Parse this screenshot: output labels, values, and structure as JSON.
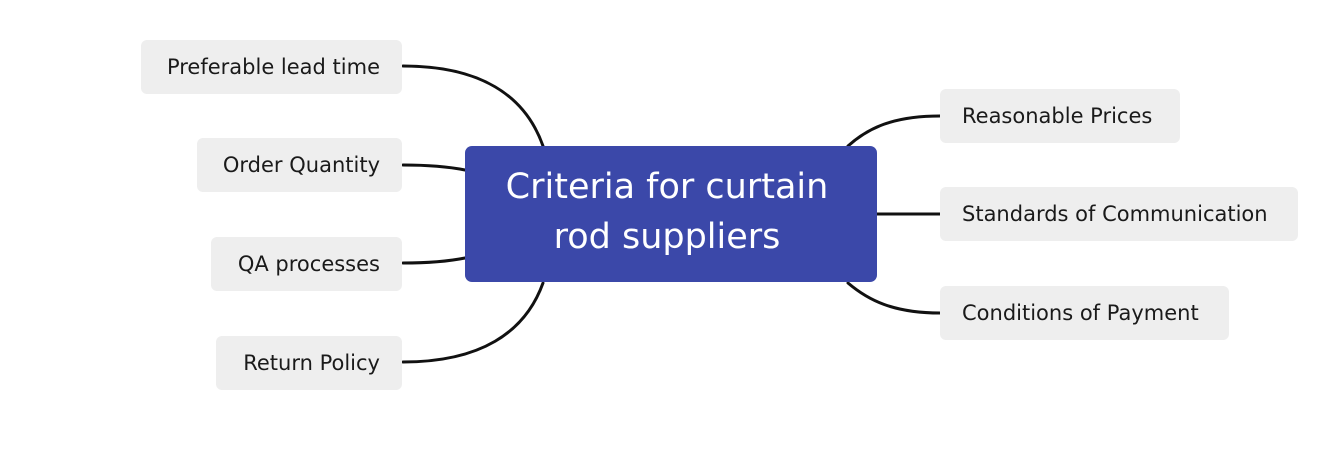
{
  "central_topic": "Criteria for curtain rod suppliers",
  "left_branches": [
    {
      "label": "Preferable lead time"
    },
    {
      "label": "Order Quantity"
    },
    {
      "label": "QA processes"
    },
    {
      "label": "Return Policy"
    }
  ],
  "right_branches": [
    {
      "label": "Reasonable Prices"
    },
    {
      "label": "Standards of Communication"
    },
    {
      "label": "Conditions of Payment"
    }
  ],
  "colors": {
    "central_fill": "#3b48a9",
    "central_text": "#ffffff",
    "node_fill": "#eeeeee",
    "node_text": "#1a1a1a",
    "connector": "#111111"
  }
}
